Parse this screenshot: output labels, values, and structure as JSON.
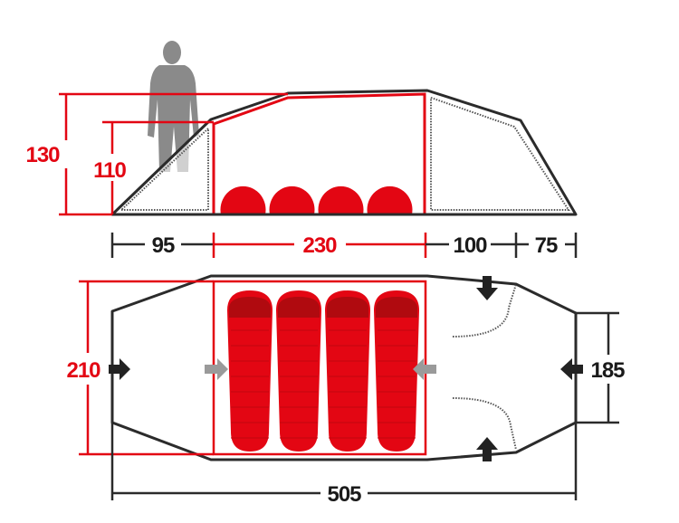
{
  "colors": {
    "accent": "#e30613",
    "outline": "#2b2b2b",
    "person": "#8a8a8a",
    "arrow_gray": "#9a9a9a"
  },
  "side_view": {
    "height_total": "130",
    "height_inner": "110",
    "lengths": [
      {
        "label": "95",
        "highlight": false
      },
      {
        "label": "230",
        "highlight": true
      },
      {
        "label": "100",
        "highlight": false
      },
      {
        "label": "75",
        "highlight": false
      }
    ],
    "sleeping_bags": 4
  },
  "top_view": {
    "width_inner": "210",
    "width_end": "185",
    "length_total": "505",
    "sleeping_bags": 4
  }
}
